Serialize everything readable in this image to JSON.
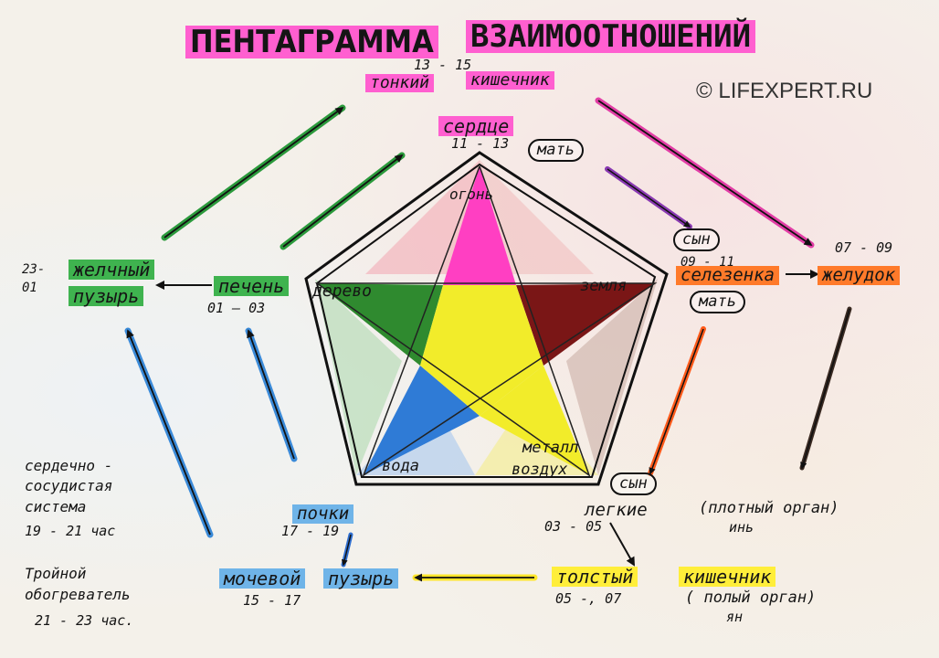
{
  "title": {
    "part1": "ПЕНТАГРАММА",
    "part2": "ВЗАИМООТНОШЕНИЙ"
  },
  "watermark": "© LIFEXPERT.RU",
  "elements": {
    "fire": "огонь",
    "wood": "дерево",
    "earth": "земля",
    "metal": "металл",
    "air": "воздух",
    "water": "вода"
  },
  "organs": {
    "small_intestine_time": "13 - 15",
    "small_intestine_a": "тонкий",
    "small_intestine_b": "кишечник",
    "heart": "сердце",
    "heart_time": "11 - 13",
    "gallbladder_a": "желчный",
    "gallbladder_b": "пузырь",
    "gallbladder_time_a": "23-",
    "gallbladder_time_b": "01",
    "liver": "печень",
    "liver_time": "01 — 03",
    "spleen": "селезенка",
    "spleen_time": "09 - 11",
    "stomach": "желудок",
    "stomach_time": "07 - 09",
    "kidneys": "почки",
    "kidneys_time": "17 - 19",
    "bladder_a": "мочевой",
    "bladder_b": "пузырь",
    "bladder_time": "15 - 17",
    "lungs": "легкие",
    "lungs_time": "03 - 05",
    "colon_a": "толстый",
    "colon_b": "кишечник",
    "colon_time": "05 -, 07"
  },
  "relations": {
    "mother_top": "мать",
    "son_top": "сын",
    "mother_right": "мать",
    "son_bottom": "сын"
  },
  "notes": {
    "dense_a": "(плотный орган)",
    "dense_b": "инь",
    "hollow_a": "( полый орган)",
    "hollow_b": "ян",
    "cardio_a": "сердечно -",
    "cardio_b": "сосудистая",
    "cardio_c": "система",
    "cardio_time": "19 - 21 час",
    "triple_a": "Тройной",
    "triple_b": "обогреватель",
    "triple_time": "21 - 23 час."
  },
  "colors": {
    "fire": "#ff3fc2",
    "wood": "#2f8a2f",
    "earth": "#7a1616",
    "metal": "#f2ec2a",
    "water": "#2f7bd6",
    "pink_hl": "#ff5fd0",
    "green_hl": "#3fb34f",
    "orange_hl": "#ff7a2a",
    "blue_hl": "#6fb4e8",
    "yellow_hl": "#ffee3a"
  }
}
